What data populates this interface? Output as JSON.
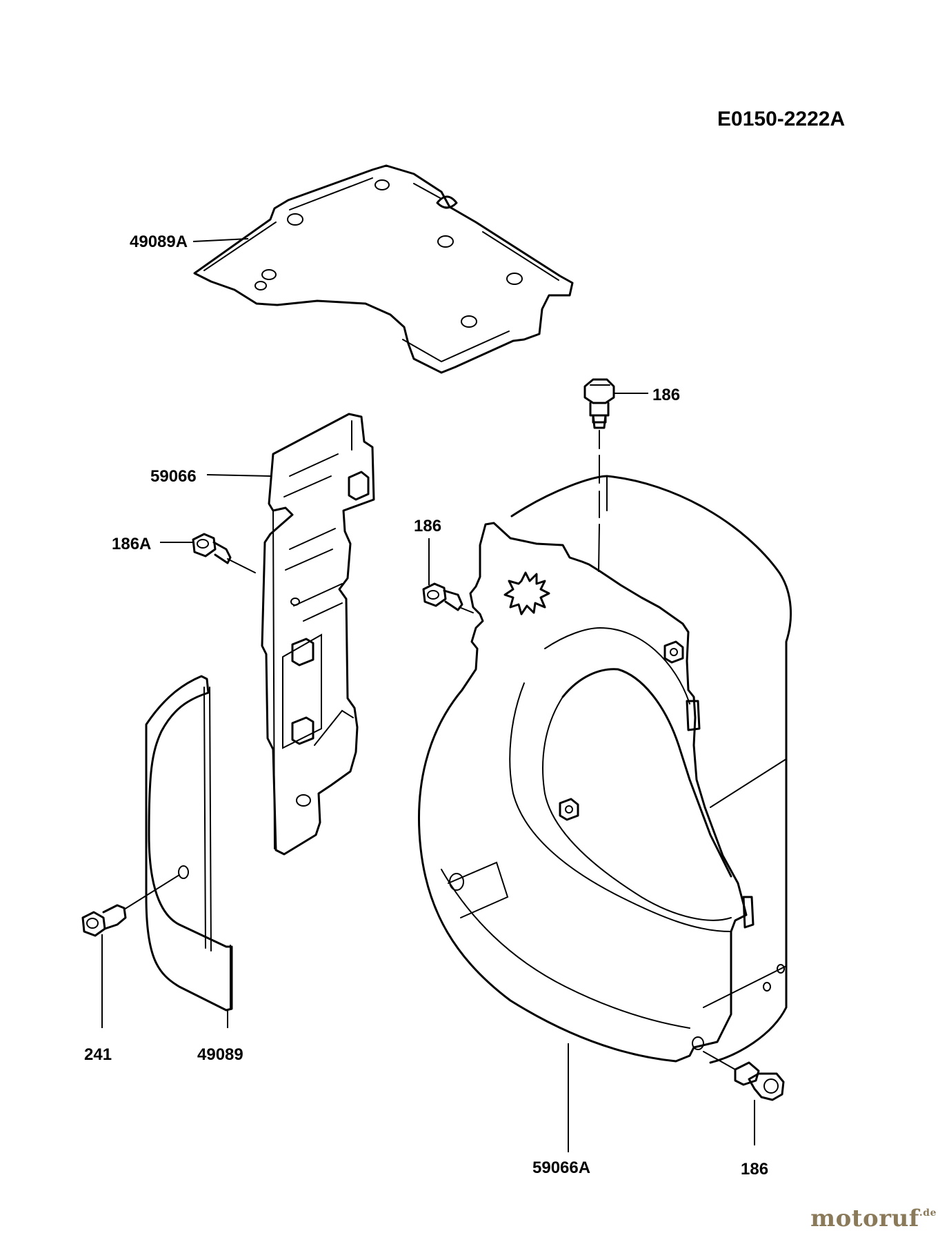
{
  "diagram": {
    "code": "E0150-2222A",
    "callouts": {
      "plate_top": "49089A",
      "bracket": "59066",
      "bolt_186a": "186A",
      "bolt_186_mid": "186",
      "bolt_186_top": "186",
      "bolt_186_bottom": "186",
      "bolt_241": "241",
      "cover_small": "49089",
      "housing": "59066A"
    }
  },
  "watermark": {
    "main": "motoruf",
    "tld": ".de"
  }
}
